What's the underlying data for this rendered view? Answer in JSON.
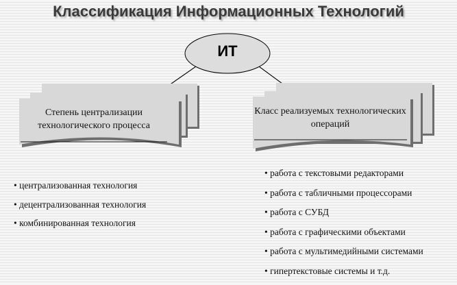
{
  "title": "Классификация Информационных Технологий",
  "root": {
    "label": "ИТ"
  },
  "left_branch": {
    "label": "Степень централизации технологического процесса",
    "items": [
      "централизованная технология",
      "децентрализованная технология",
      "комбинированная технология"
    ]
  },
  "right_branch": {
    "label": "Класс реализуемых технологических операций",
    "items": [
      "работа с текстовыми редакторами",
      "работа с табличными процессорами",
      "работа с СУБД",
      "работа с графическими объектами",
      "работа с мультимедийными системами",
      "гипертекстовые системы и т.д."
    ]
  },
  "colors": {
    "ellipse_fill": "#dddddd",
    "box_fill": "#d8d8d8",
    "box_shadow": "#6e6e6e",
    "title_text": "#3a3a3a"
  }
}
